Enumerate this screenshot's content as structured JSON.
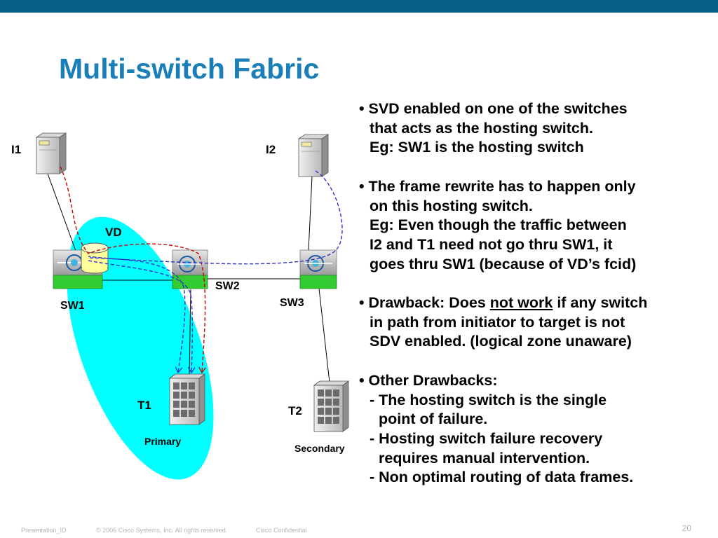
{
  "slide": {
    "title": "Multi-switch Fabric",
    "page_number": "20"
  },
  "footer": {
    "presentation_id": "Presentation_ID",
    "copyright": "© 2006 Cisco Systems, Inc. All rights reserved.",
    "confidential": "Cisco Confidential"
  },
  "diagram": {
    "labels": {
      "i1": "I1",
      "i2": "I2",
      "vd": "VD",
      "sw1": "SW1",
      "sw2": "SW2",
      "sw3": "SW3",
      "t1": "T1",
      "t2": "T2",
      "primary": "Primary",
      "secondary": "Secondary"
    },
    "colors": {
      "zone": "#00ffff",
      "switch_body": "#b4b4b4",
      "switch_base": "#33cc33",
      "vd_disk": "#ffff99",
      "path_red": "#cc0000",
      "path_blue": "#3333cc"
    }
  },
  "bullets": {
    "b1_l1": "• SVD enabled on one of the switches",
    "b1_l2": "that acts as the hosting switch.",
    "b1_l3": "Eg: SW1 is the hosting switch",
    "b2_l1": "• The frame rewrite has to happen only",
    "b2_l2": "on this hosting switch.",
    "b2_l3": "Eg: Even though the traffic between",
    "b2_l4": "I2 and T1 need not go thru SW1, it",
    "b2_l5": "goes thru SW1 (because of VD’s fcid)",
    "b3_prefix": "• Drawback: Does ",
    "b3_underline": "not work",
    "b3_suffix": " if any switch",
    "b3_l2": "in path from initiator to target is not",
    "b3_l3": "SDV enabled. (logical zone unaware)",
    "b4_l1": "• Other Drawbacks:",
    "b4_l2": "- The hosting switch is the single",
    "b4_l3": "point of failure.",
    "b4_l4": "- Hosting switch failure recovery",
    "b4_l5": "requires manual intervention.",
    "b4_l6": "- Non optimal routing of data frames."
  }
}
